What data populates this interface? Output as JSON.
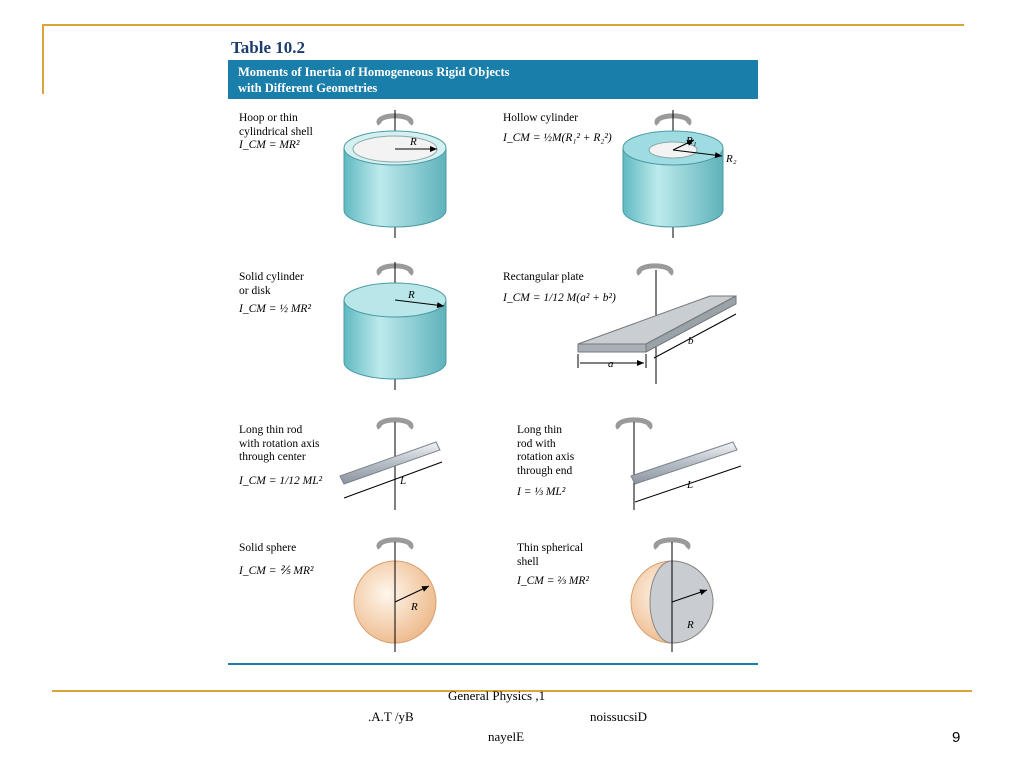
{
  "table": {
    "title": "Table 10.2",
    "heading_line1": "Moments of Inertia of Homogeneous Rigid Objects",
    "heading_line2": "with Different Geometries"
  },
  "cells": {
    "hoop": {
      "lines": [
        "Hoop or thin",
        "cylindrical shell"
      ],
      "formula": "I_CM = MR²",
      "radius_label": "R"
    },
    "hollow": {
      "lines": [
        "Hollow cylinder"
      ],
      "formula": "I_CM = ½M(R₁² + R₂²)",
      "r1_label": "R₁",
      "r2_label": "R₂"
    },
    "solid_cylinder": {
      "lines": [
        "Solid cylinder",
        "or disk"
      ],
      "formula": "I_CM = ½ MR²",
      "radius_label": "R"
    },
    "plate": {
      "lines": [
        "Rectangular plate"
      ],
      "formula": "I_CM = 1/12 M(a² + b²)",
      "a_label": "a",
      "b_label": "b"
    },
    "rod_center": {
      "lines": [
        "Long thin rod",
        "with rotation axis",
        "through center"
      ],
      "formula": "I_CM = 1/12 ML²",
      "length_label": "L"
    },
    "rod_end": {
      "lines": [
        "Long thin",
        "rod with",
        "rotation axis",
        "through end"
      ],
      "formula": "I = ⅓ ML²",
      "length_label": "L"
    },
    "sphere": {
      "lines": [
        "Solid sphere"
      ],
      "formula": "I_CM = ⅖ MR²",
      "radius_label": "R"
    },
    "shell": {
      "lines": [
        "Thin spherical",
        "shell"
      ],
      "formula": "I_CM = ⅔ MR²",
      "radius_label": "R"
    }
  },
  "footer": {
    "line1": "General Physics  ,1",
    "line2a": ".A.T /yB",
    "line2b": "noissucsiD",
    "line3": "nayelE",
    "page_number": "9"
  },
  "colors": {
    "frame": "#d9a43a",
    "banner": "#1a7eaa",
    "title": "#1a3d6d",
    "cylinder": "#8fd3d8",
    "sphere": "#f6d1a8"
  }
}
